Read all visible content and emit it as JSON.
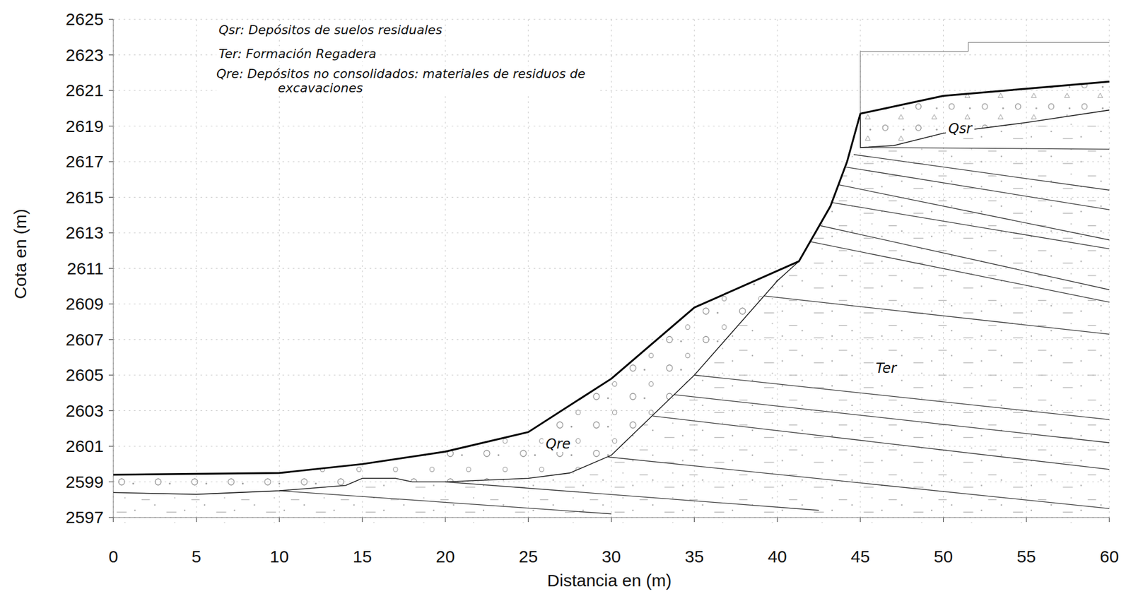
{
  "diagram": {
    "labels": [
      "2625",
      "2623",
      "2621",
      "2619",
      "2617",
      "2615",
      "2613",
      "2611",
      "2609",
      "2607",
      "2605",
      "2603",
      "2601",
      "2599",
      "2597",
      "0",
      "5",
      "10",
      "15",
      "20",
      "25",
      "30",
      "35",
      "40",
      "45",
      "50",
      "55",
      "60",
      "Cota en (m)",
      "Distancia en (m)",
      "Qsr: Depósitos de suelos residuales",
      "Ter: Formación Regadera",
      "Qre: Depósitos no consolidados: materiales de residuos de excavaciones",
      "Qsr",
      "Ter",
      "Qre"
    ]
  }
}
